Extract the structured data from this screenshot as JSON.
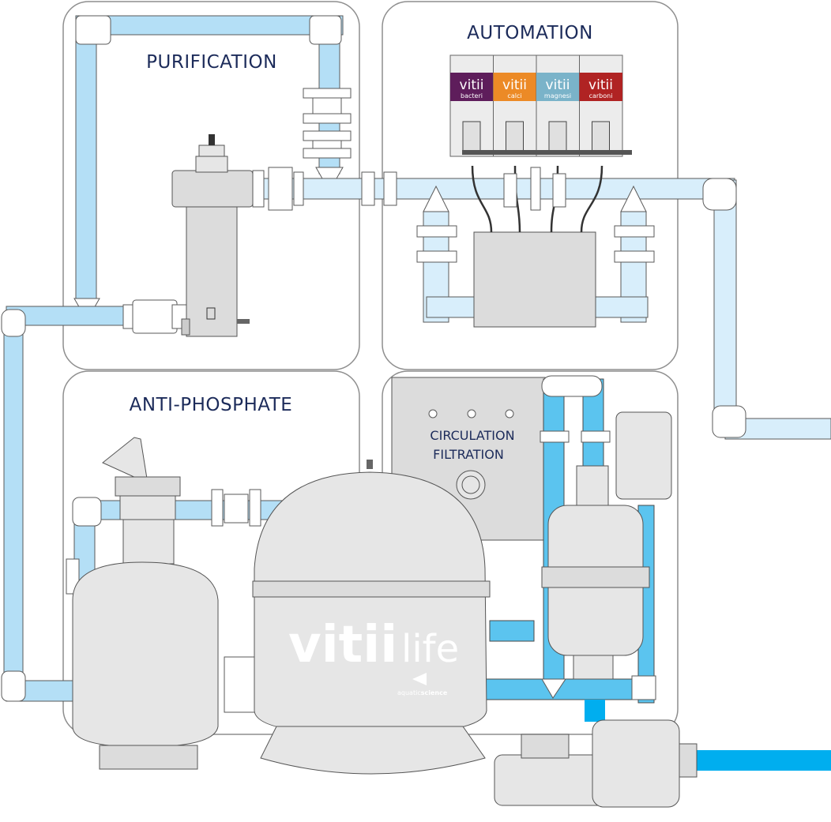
{
  "sections": {
    "purification": "PURIFICATION",
    "automation": "AUTOMATION",
    "anti_phosphate": "ANTI-PHOSPHATE",
    "circulation_line1": "CIRCULATION",
    "circulation_line2": "FILTRATION"
  },
  "dosing_containers": [
    {
      "brand": "vitii",
      "name": "bacteri",
      "color": "#5e1d5b"
    },
    {
      "brand": "vitii",
      "name": "calci",
      "color": "#ec8a26"
    },
    {
      "brand": "vitii",
      "name": "magnesi",
      "color": "#7ab3c9"
    },
    {
      "brand": "vitii",
      "name": "carboni",
      "color": "#b02323"
    }
  ],
  "filter_logo": {
    "brand": "vitii",
    "suffix": "life",
    "company_light": "aquatic",
    "company_bold": "science"
  },
  "colors": {
    "title": "#1c2b5a",
    "pipe_light": "#b4dff6",
    "pipe_pale": "#d8eefb",
    "pipe_active": "#5bc4ef",
    "outlet": "#00aeef"
  }
}
